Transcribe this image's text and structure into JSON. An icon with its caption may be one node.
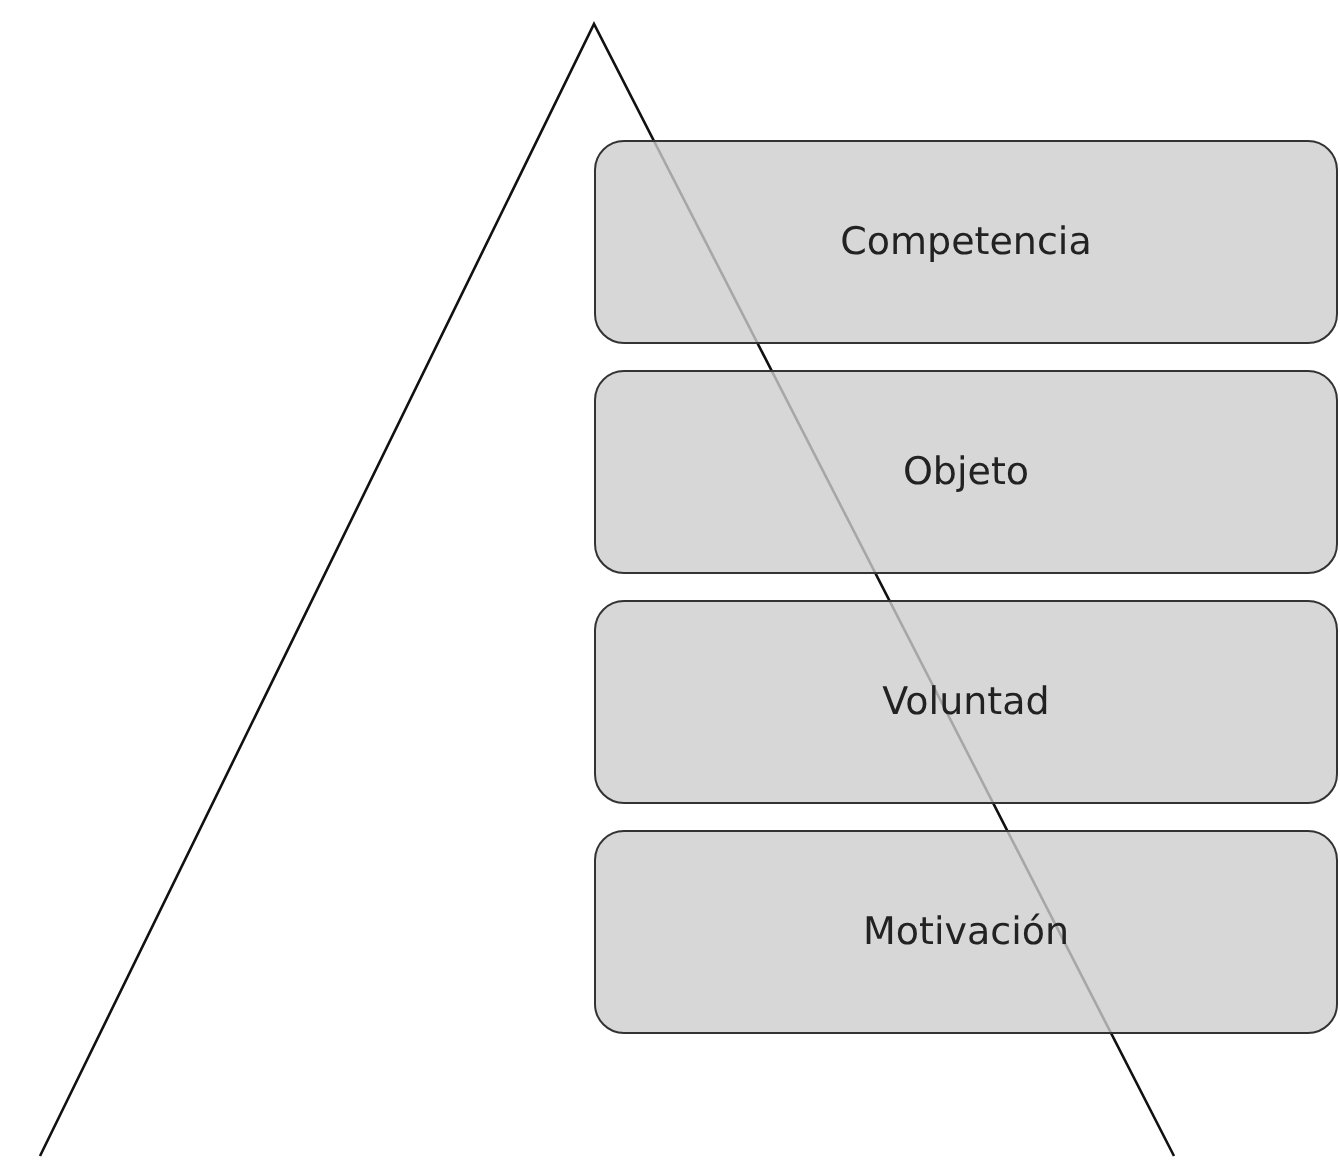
{
  "diagram": {
    "nodes": [
      {
        "text": [
          "Competencia"
        ]
      },
      {
        "text": [
          "Objeto"
        ]
      },
      {
        "text": [
          "Voluntad"
        ]
      },
      {
        "text": [
          "Motivación"
        ]
      }
    ]
  }
}
